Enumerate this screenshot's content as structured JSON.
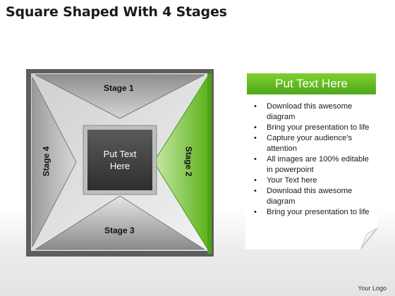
{
  "title": "Square Shaped With 4 Stages",
  "stages": {
    "stage1": "Stage 1",
    "stage2": "Stage 2",
    "stage3": "Stage 3",
    "stage4": "Stage 4"
  },
  "center": {
    "line1": "Put Text",
    "line2": "Here"
  },
  "note": {
    "header": "Put Text Here",
    "items": [
      "Download this awesome diagram",
      "Bring your presentation to life",
      "Capture your audience’s attention",
      "All images are 100% editable in powerpoint",
      "Your Text here",
      "Download this awesome diagram",
      "Bring your presentation to life"
    ]
  },
  "footer": {
    "logo": "Your Logo"
  },
  "colors": {
    "accent_green": "#6cc024",
    "gray_dark": "#4a4a4a",
    "gray_light": "#d9d9d9"
  }
}
